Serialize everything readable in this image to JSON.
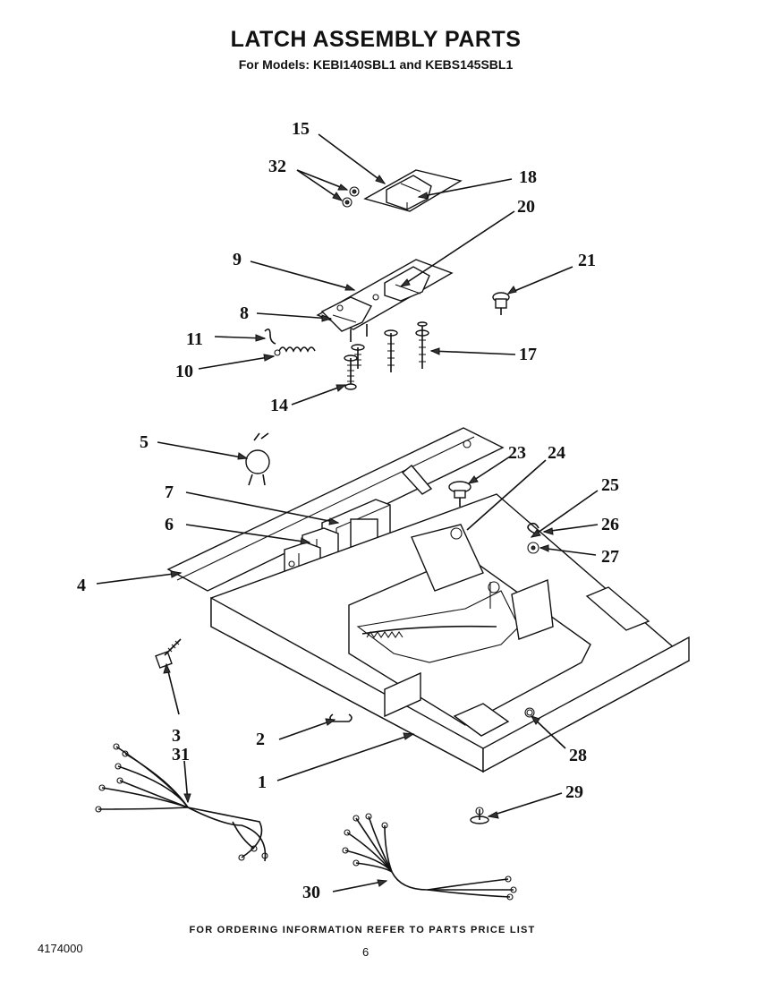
{
  "title": "LATCH ASSEMBLY PARTS",
  "subtitle": "For Models: KEBI140SBL1 and KEBS145SBL1",
  "footer_note": "FOR ORDERING INFORMATION REFER TO PARTS PRICE LIST",
  "document_number": "4174000",
  "page_number": "6",
  "callouts": [
    {
      "id": "c1",
      "label": "1"
    },
    {
      "id": "c2",
      "label": "2"
    },
    {
      "id": "c3",
      "label": "3"
    },
    {
      "id": "c4",
      "label": "4"
    },
    {
      "id": "c5",
      "label": "5"
    },
    {
      "id": "c6",
      "label": "6"
    },
    {
      "id": "c7",
      "label": "7"
    },
    {
      "id": "c8",
      "label": "8"
    },
    {
      "id": "c9",
      "label": "9"
    },
    {
      "id": "c10",
      "label": "10"
    },
    {
      "id": "c11",
      "label": "11"
    },
    {
      "id": "c14",
      "label": "14"
    },
    {
      "id": "c15",
      "label": "15"
    },
    {
      "id": "c17",
      "label": "17"
    },
    {
      "id": "c18",
      "label": "18"
    },
    {
      "id": "c20",
      "label": "20"
    },
    {
      "id": "c21",
      "label": "21"
    },
    {
      "id": "c23",
      "label": "23"
    },
    {
      "id": "c24",
      "label": "24"
    },
    {
      "id": "c25",
      "label": "25"
    },
    {
      "id": "c26",
      "label": "26"
    },
    {
      "id": "c27",
      "label": "27"
    },
    {
      "id": "c28",
      "label": "28"
    },
    {
      "id": "c29",
      "label": "29"
    },
    {
      "id": "c30",
      "label": "30"
    },
    {
      "id": "c31",
      "label": "31"
    },
    {
      "id": "c32",
      "label": "32"
    }
  ]
}
